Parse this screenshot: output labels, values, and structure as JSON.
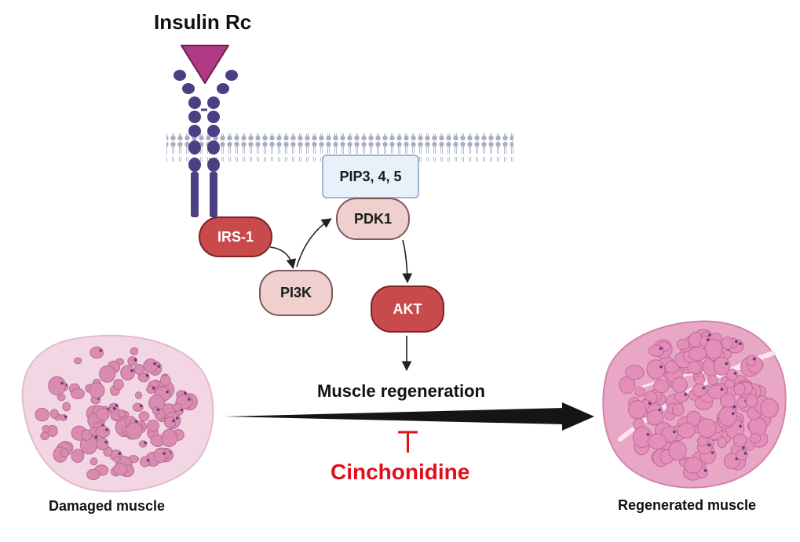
{
  "receptor": {
    "title": "Insulin Rc"
  },
  "nodes": {
    "pip": "PIP3, 4, 5",
    "pdk1": "PDK1",
    "irs1": "IRS-1",
    "pi3k": "PI3K",
    "akt": "AKT"
  },
  "outcome": "Muscle regeneration",
  "inhibitor": {
    "label": "Cinchonidine",
    "color": "#e0101a",
    "symbol": "T"
  },
  "tissues": {
    "left": "Damaged muscle",
    "right": "Regenerated muscle"
  },
  "colors": {
    "receptor_ligand": "#b03a86",
    "receptor_chain": "#4d3f84",
    "membrane": "#a9b1bf",
    "node_dark": "#c94a4a",
    "node_light": "#f0cfcf",
    "tissue_fill": "#efc9dc",
    "tissue_cell": "#d98bb0"
  }
}
